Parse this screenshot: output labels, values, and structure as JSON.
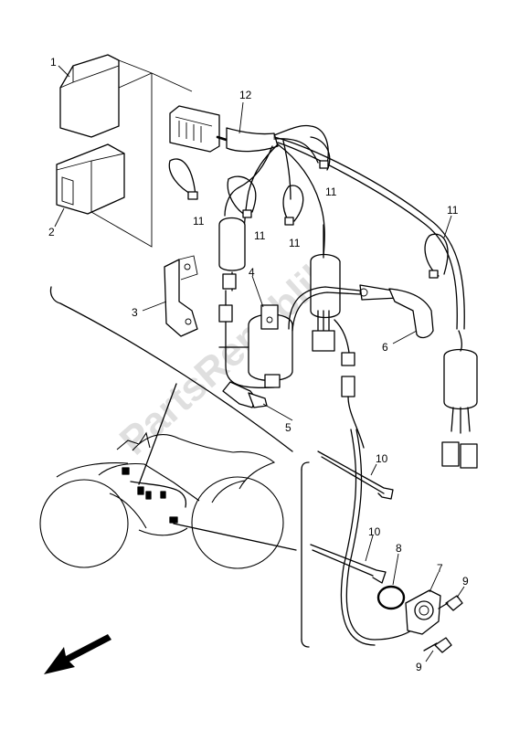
{
  "callouts": {
    "c1": "1",
    "c2": "2",
    "c3": "3",
    "c4": "4",
    "c5": "5",
    "c6": "6",
    "c7": "7",
    "c8": "8",
    "c9a": "9",
    "c9b": "9",
    "c10a": "10",
    "c10b": "10",
    "c11a": "11",
    "c11b": "11",
    "c11c": "11",
    "c11d": "11",
    "c11e": "11",
    "c12": "12"
  },
  "watermark": {
    "text": "PartsRepublik"
  },
  "icons": {
    "front": "arrow-front-icon"
  }
}
